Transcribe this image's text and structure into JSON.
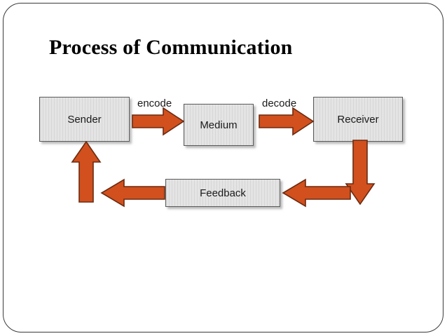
{
  "slide": {
    "title": "Process of Communication",
    "background_color": "#ffffff",
    "frame_border_color": "#3a3a3a"
  },
  "theme": {
    "box_fill": "#dedede",
    "box_stripe": "#d6d6d6",
    "box_border": "#5a5a5a",
    "arrow_fill": "#d1501e",
    "arrow_stroke": "#6b2a10",
    "text_color": "#1a1a1a"
  },
  "diagram": {
    "type": "flow-diagram",
    "nodes": [
      {
        "id": "sender",
        "label": "Sender"
      },
      {
        "id": "medium",
        "label": "Medium"
      },
      {
        "id": "receiver",
        "label": "Receiver"
      },
      {
        "id": "feedback",
        "label": "Feedback"
      }
    ],
    "edges": [
      {
        "id": "encode",
        "from": "sender",
        "to": "medium",
        "label": "encode",
        "direction": "right"
      },
      {
        "id": "decode",
        "from": "medium",
        "to": "receiver",
        "label": "decode",
        "direction": "right"
      },
      {
        "id": "receiver-down",
        "from": "receiver",
        "to": "feedback",
        "label": "",
        "direction": "down"
      },
      {
        "id": "feedback-in",
        "from": "receiver",
        "to": "feedback",
        "label": "",
        "direction": "left"
      },
      {
        "id": "feedback-out",
        "from": "feedback",
        "to": "sender",
        "label": "",
        "direction": "left"
      },
      {
        "id": "sender-up",
        "from": "feedback",
        "to": "sender",
        "label": "",
        "direction": "up"
      }
    ]
  }
}
